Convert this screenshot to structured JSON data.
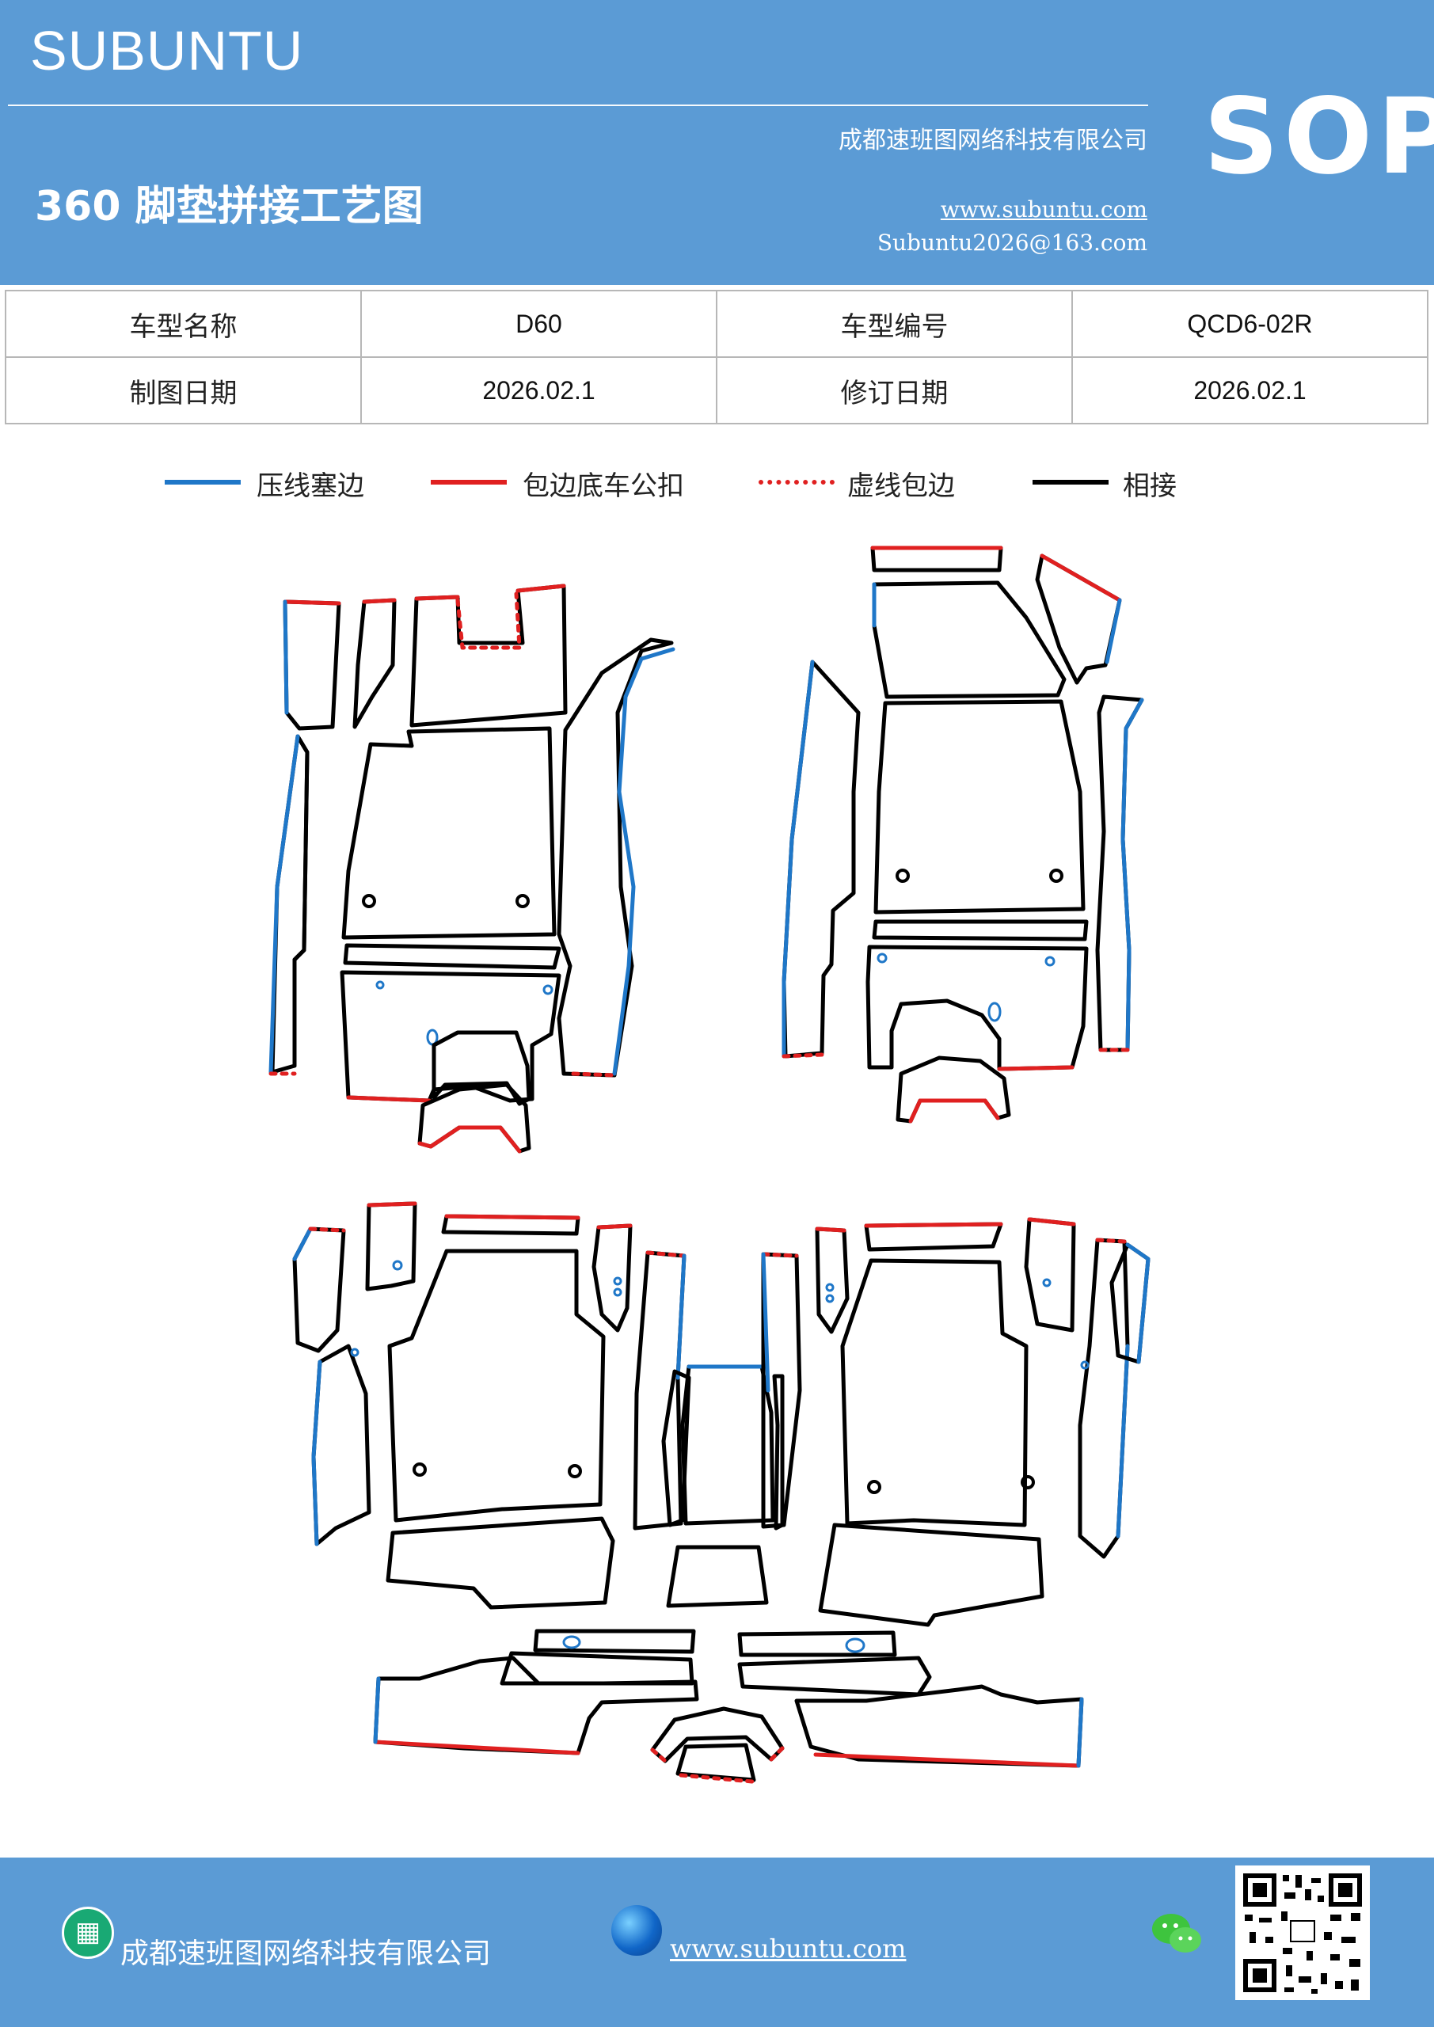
{
  "header": {
    "brand": "SUBUNTU",
    "company": "成都速班图网络科技有限公司",
    "title": "360 脚垫拼接工艺图",
    "website": "www.subuntu.com",
    "email": "Subuntu2026@163.com",
    "badge": "SOP"
  },
  "info_table": {
    "row1": {
      "label1": "车型名称",
      "value1": "D60",
      "label2": "车型编号",
      "value2": "QCD6-02R"
    },
    "row2": {
      "label1": "制图日期",
      "value1": "2026.02.1",
      "label2": "修订日期",
      "value2": "2026.02.1"
    }
  },
  "legend": [
    {
      "label": "压线塞边",
      "color": "#1f77c8",
      "style": "solid"
    },
    {
      "label": "包边底车公扣",
      "color": "#e02020",
      "style": "solid"
    },
    {
      "label": "虚线包边",
      "color": "#e02020",
      "style": "dotted"
    },
    {
      "label": "相接",
      "color": "#000000",
      "style": "solid"
    }
  ],
  "footer": {
    "company": "成都速班图网络科技有限公司",
    "website": "www.subuntu.com ",
    "icons": [
      "building-icon",
      "globe-icon",
      "wechat-icon",
      "qr-code"
    ]
  }
}
